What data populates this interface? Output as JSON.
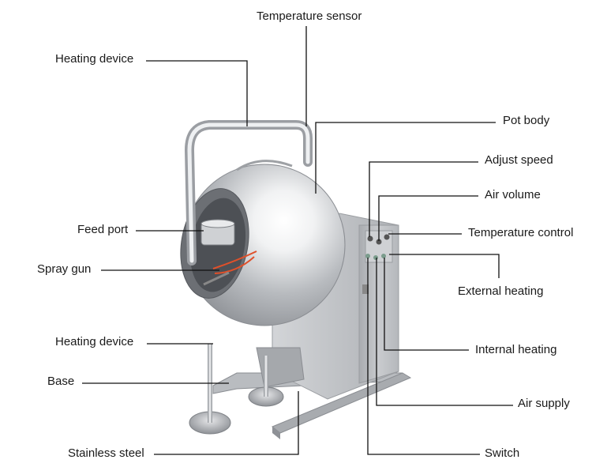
{
  "labels": {
    "temperature_sensor": "Temperature sensor",
    "heating_device_top": "Heating device",
    "pot_body": "Pot body",
    "adjust_speed": "Adjust speed",
    "air_volume": "Air volume",
    "temperature_control": "Temperature control",
    "feed_port": "Feed port",
    "spray_gun": "Spray gun",
    "external_heating": "External heating",
    "heating_device_bottom": "Heating device",
    "internal_heating": "Internal heating",
    "base": "Base",
    "air_supply": "Air supply",
    "stainless_steel": "Stainless steel",
    "switch": "Switch"
  },
  "colors": {
    "line": "#111111",
    "steel_light": "#e8e8ea",
    "steel_mid": "#b9bcc0",
    "steel_dark": "#7d8085",
    "hose": "#e0502a"
  }
}
